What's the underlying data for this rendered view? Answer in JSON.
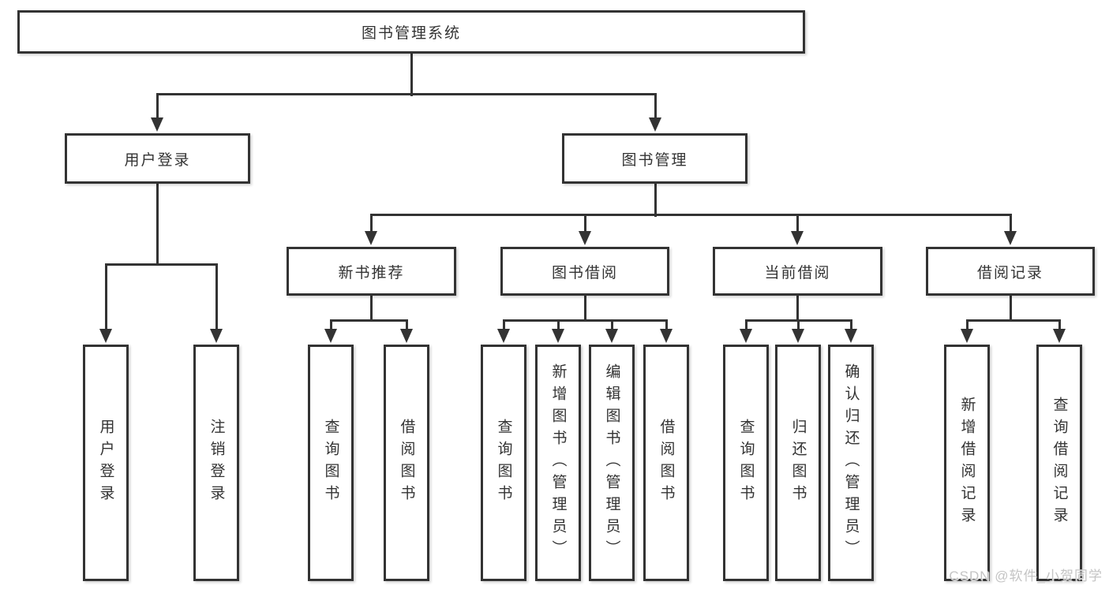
{
  "diagram": {
    "title": "图书管理系统",
    "nodes": [
      {
        "id": "sys",
        "label": "图书管理系统",
        "parent": null,
        "level": 1
      },
      {
        "id": "user-login",
        "label": "用户登录",
        "parent": "sys",
        "level": 2
      },
      {
        "id": "book-mgmt",
        "label": "图书管理",
        "parent": "sys",
        "level": 2
      },
      {
        "id": "new-rec",
        "label": "新书推荐",
        "parent": "book-mgmt",
        "level": 3
      },
      {
        "id": "book-borrow",
        "label": "图书借阅",
        "parent": "book-mgmt",
        "level": 3
      },
      {
        "id": "current-borrow",
        "label": "当前借阅",
        "parent": "book-mgmt",
        "level": 3
      },
      {
        "id": "borrow-record",
        "label": "借阅记录",
        "parent": "book-mgmt",
        "level": 3
      },
      {
        "id": "leaf-user-login",
        "label": "用户登录",
        "parent": "user-login",
        "level": 4
      },
      {
        "id": "leaf-logout",
        "label": "注销登录",
        "parent": "user-login",
        "level": 4
      },
      {
        "id": "leaf-nr-query",
        "label": "查询图书",
        "parent": "new-rec",
        "level": 4
      },
      {
        "id": "leaf-nr-borrow",
        "label": "借阅图书",
        "parent": "new-rec",
        "level": 4
      },
      {
        "id": "leaf-bb-query",
        "label": "查询图书",
        "parent": "book-borrow",
        "level": 4
      },
      {
        "id": "leaf-bb-add",
        "label": "新增图书（管理员）",
        "parent": "book-borrow",
        "level": 4
      },
      {
        "id": "leaf-bb-edit",
        "label": "编辑图书（管理员）",
        "parent": "book-borrow",
        "level": 4
      },
      {
        "id": "leaf-bb-borrow",
        "label": "借阅图书",
        "parent": "book-borrow",
        "level": 4
      },
      {
        "id": "leaf-cb-query",
        "label": "查询图书",
        "parent": "current-borrow",
        "level": 4
      },
      {
        "id": "leaf-cb-return",
        "label": "归还图书",
        "parent": "current-borrow",
        "level": 4
      },
      {
        "id": "leaf-cb-confirm",
        "label": "确认归还（管理员）",
        "parent": "current-borrow",
        "level": 4
      },
      {
        "id": "leaf-br-add",
        "label": "新增借阅记录",
        "parent": "borrow-record",
        "level": 4
      },
      {
        "id": "leaf-br-query",
        "label": "查询借阅记录",
        "parent": "borrow-record",
        "level": 4
      }
    ]
  },
  "watermark": {
    "text": "CSDN @软件_小贺同学"
  },
  "colors": {
    "line": "#333333",
    "box_border": "#333333",
    "text": "#333333",
    "background": "#ffffff",
    "watermark": "#c4c4c4"
  }
}
